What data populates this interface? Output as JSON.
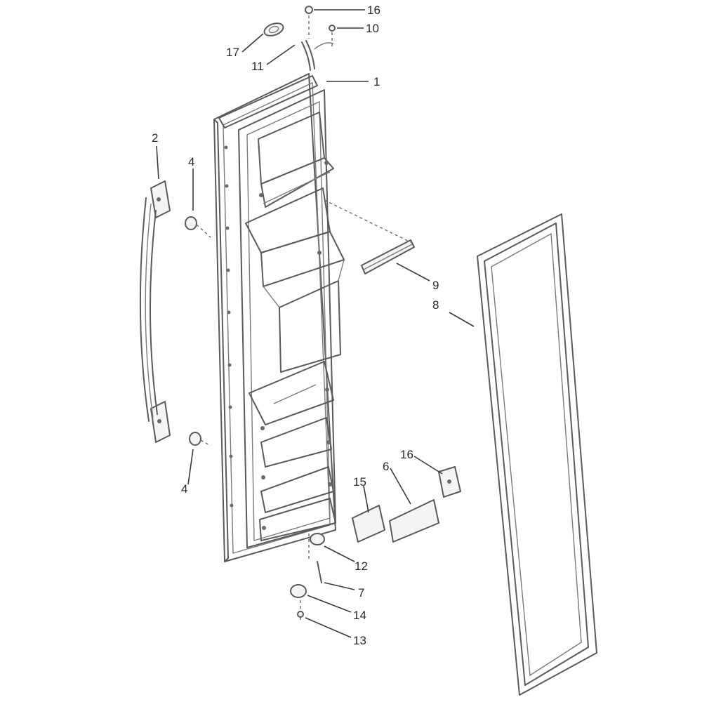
{
  "callouts": [
    {
      "id": "c16a",
      "text": "16"
    },
    {
      "id": "c10",
      "text": "10"
    },
    {
      "id": "c17",
      "text": "17"
    },
    {
      "id": "c11",
      "text": "11"
    },
    {
      "id": "c1",
      "text": "1"
    },
    {
      "id": "c2",
      "text": "2"
    },
    {
      "id": "c4a",
      "text": "4"
    },
    {
      "id": "c9",
      "text": "9"
    },
    {
      "id": "c8",
      "text": "8"
    },
    {
      "id": "c4b",
      "text": "4"
    },
    {
      "id": "c16b",
      "text": "16"
    },
    {
      "id": "c6",
      "text": "6"
    },
    {
      "id": "c15",
      "text": "15"
    },
    {
      "id": "c12",
      "text": "12"
    },
    {
      "id": "c7",
      "text": "7"
    },
    {
      "id": "c14",
      "text": "14"
    },
    {
      "id": "c13",
      "text": "13"
    }
  ]
}
